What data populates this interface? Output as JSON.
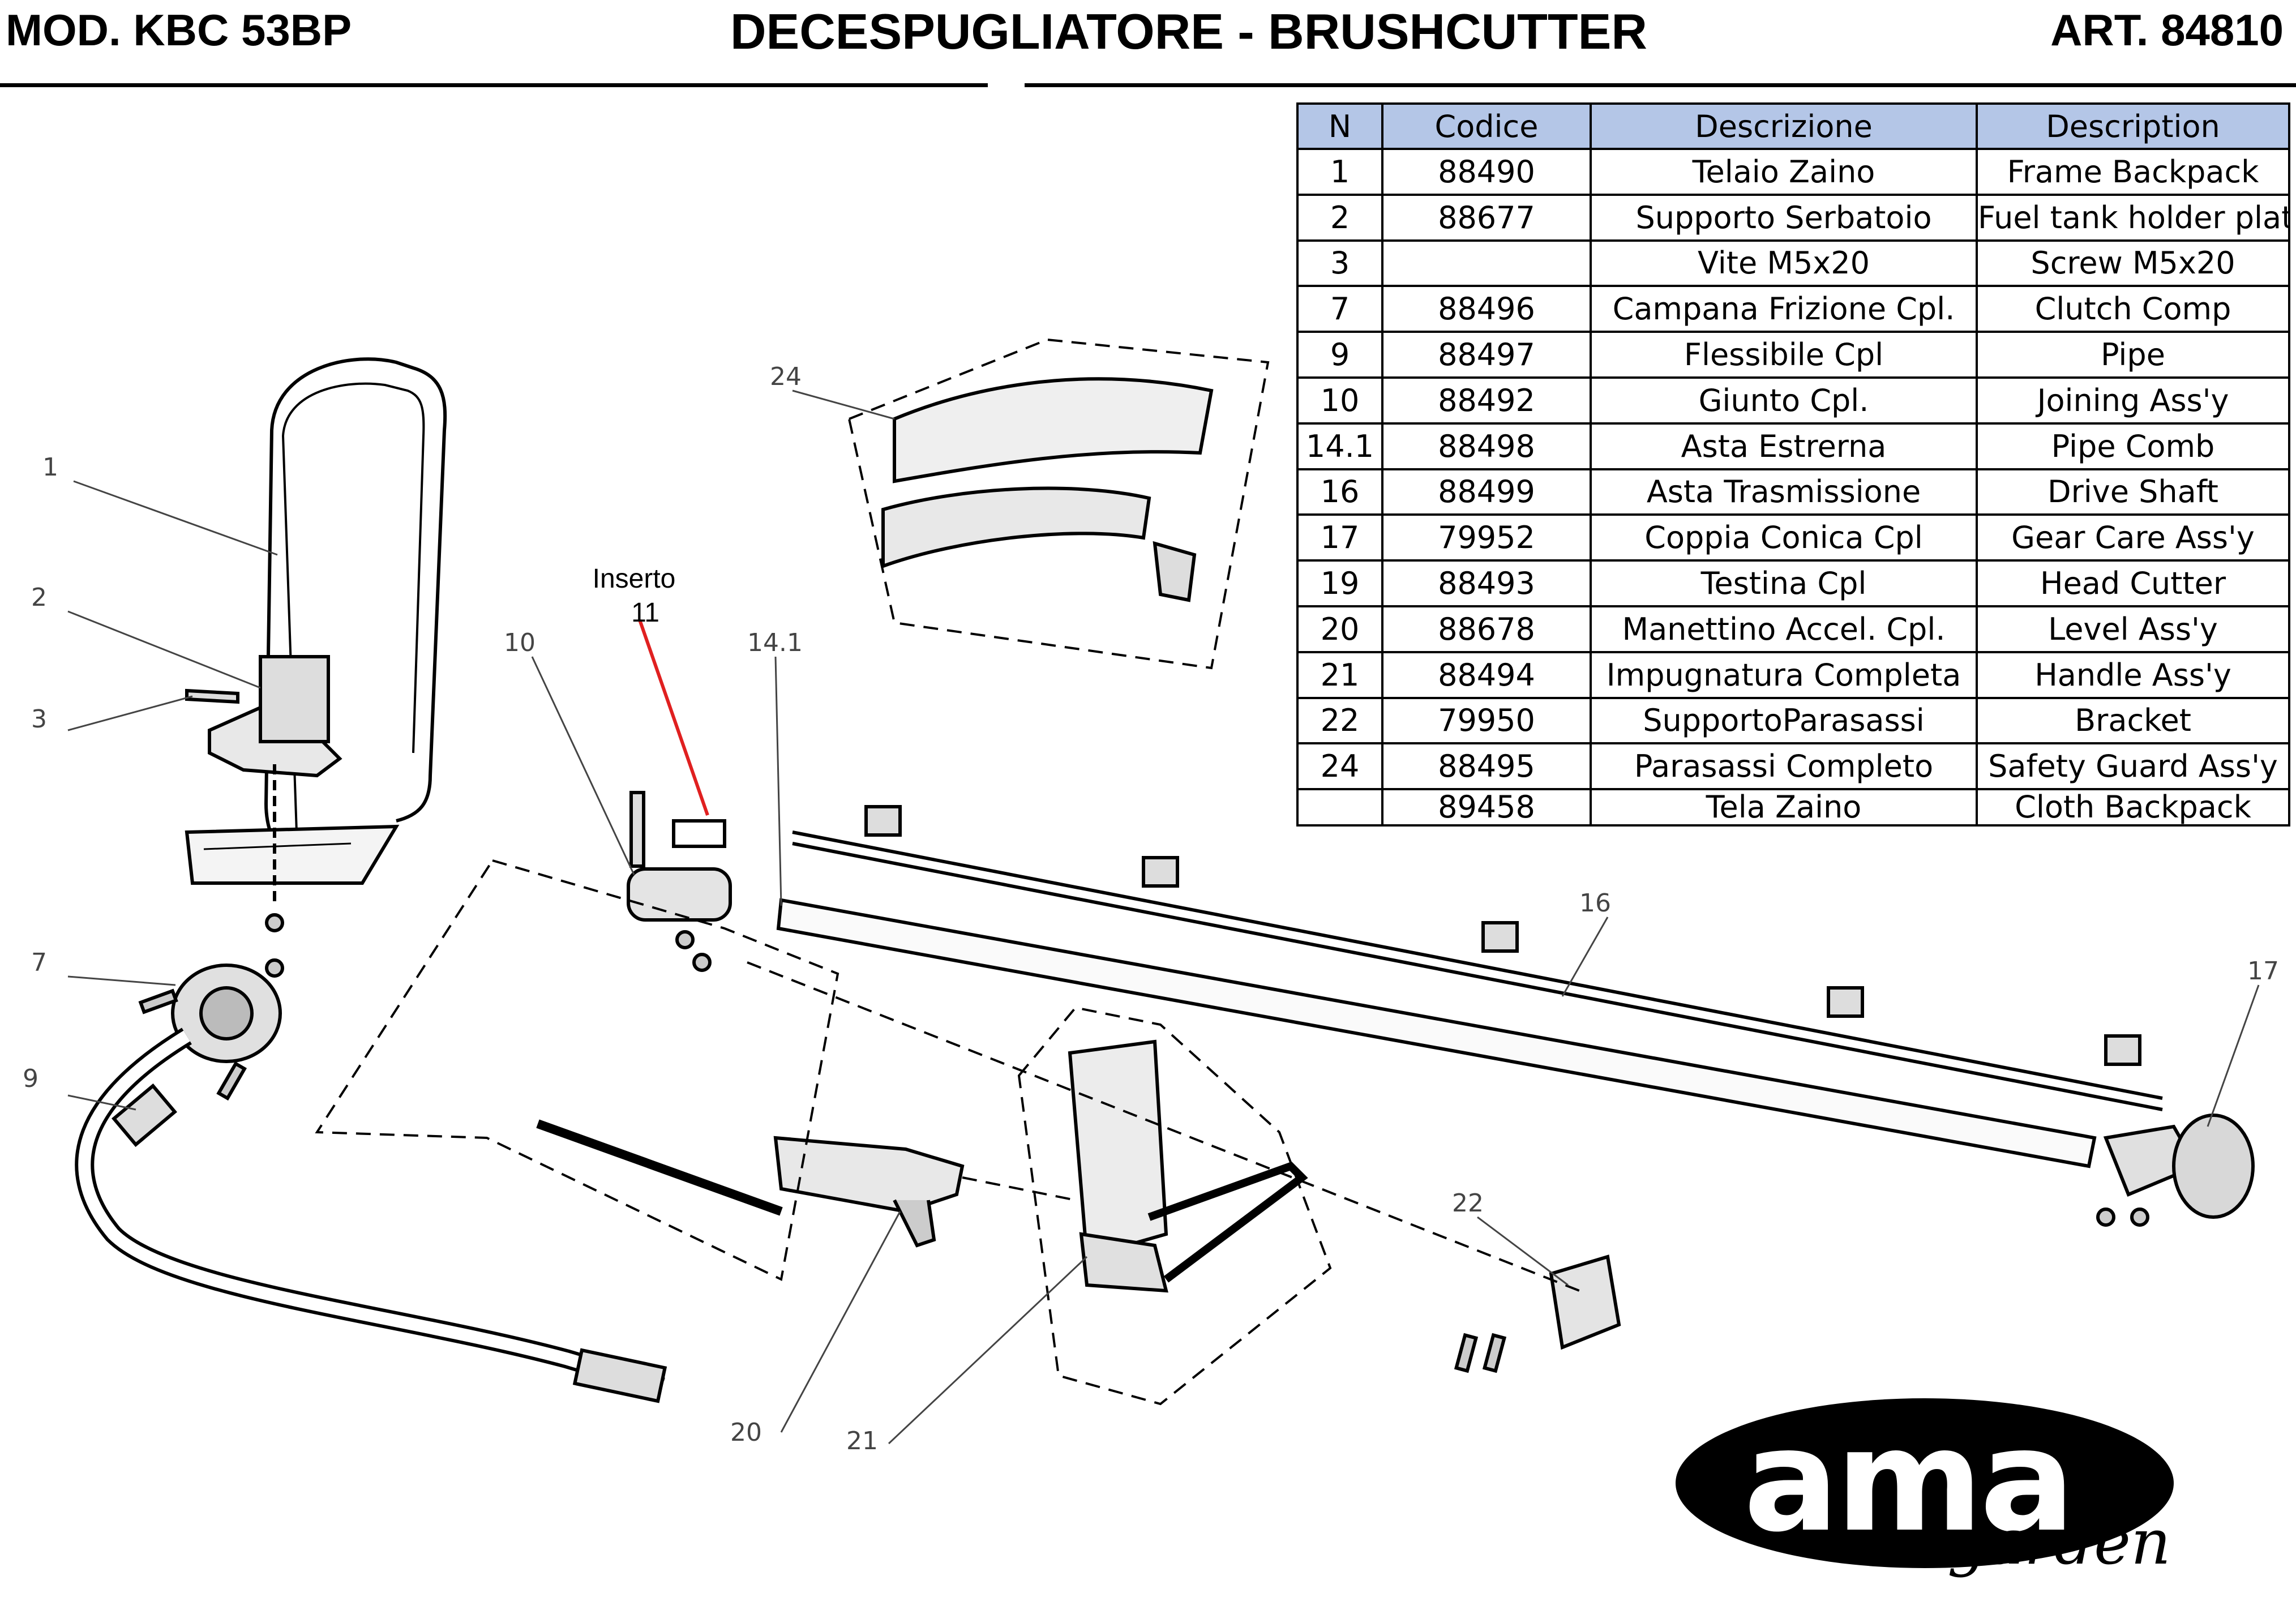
{
  "header": {
    "model": "MOD. KBC 53BP",
    "title": "DECESPUGLIATORE - BRUSHCUTTER",
    "article": "ART. 84810"
  },
  "table": {
    "columns": [
      "N",
      "Codice",
      "Descrizione",
      "Description"
    ],
    "rows": [
      [
        "1",
        "88490",
        "Telaio Zaino",
        "Frame Backpack"
      ],
      [
        "2",
        "88677",
        "Supporto Serbatoio",
        "Fuel tank holder plate"
      ],
      [
        "3",
        "",
        "Vite M5x20",
        "Screw M5x20"
      ],
      [
        "7",
        "88496",
        "Campana Frizione Cpl.",
        "Clutch Comp"
      ],
      [
        "9",
        "88497",
        "Flessibile Cpl",
        "Pipe"
      ],
      [
        "10",
        "88492",
        "Giunto Cpl.",
        "Joining Ass'y"
      ],
      [
        "14.1",
        "88498",
        "Asta Estrerna",
        "Pipe Comb"
      ],
      [
        "16",
        "88499",
        "Asta Trasmissione",
        "Drive Shaft"
      ],
      [
        "17",
        "79952",
        "Coppia Conica Cpl",
        "Gear Care Ass'y"
      ],
      [
        "19",
        "88493",
        "Testina Cpl",
        "Head Cutter"
      ],
      [
        "20",
        "88678",
        "Manettino Accel. Cpl.",
        "Level Ass'y"
      ],
      [
        "21",
        "88494",
        "Impugnatura Completa",
        "Handle Ass'y"
      ],
      [
        "22",
        "79950",
        "SupportoParasassi",
        "Bracket"
      ],
      [
        "24",
        "88495",
        "Parasassi Completo",
        "Safety Guard Ass'y"
      ],
      [
        "",
        "89458",
        "Tela Zaino",
        "Cloth Backpack"
      ]
    ]
  },
  "diagram": {
    "callouts": {
      "c1": "1",
      "c2": "2",
      "c3": "3",
      "c7": "7",
      "c9": "9",
      "c10": "10",
      "c14": "14.1",
      "c16": "16",
      "c17": "17",
      "c20": "20",
      "c21": "21",
      "c22": "22",
      "c24": "24"
    },
    "insert_label": "Inserto",
    "insert_number": "11"
  },
  "logo": {
    "main": "ama",
    "sub": "garden"
  }
}
